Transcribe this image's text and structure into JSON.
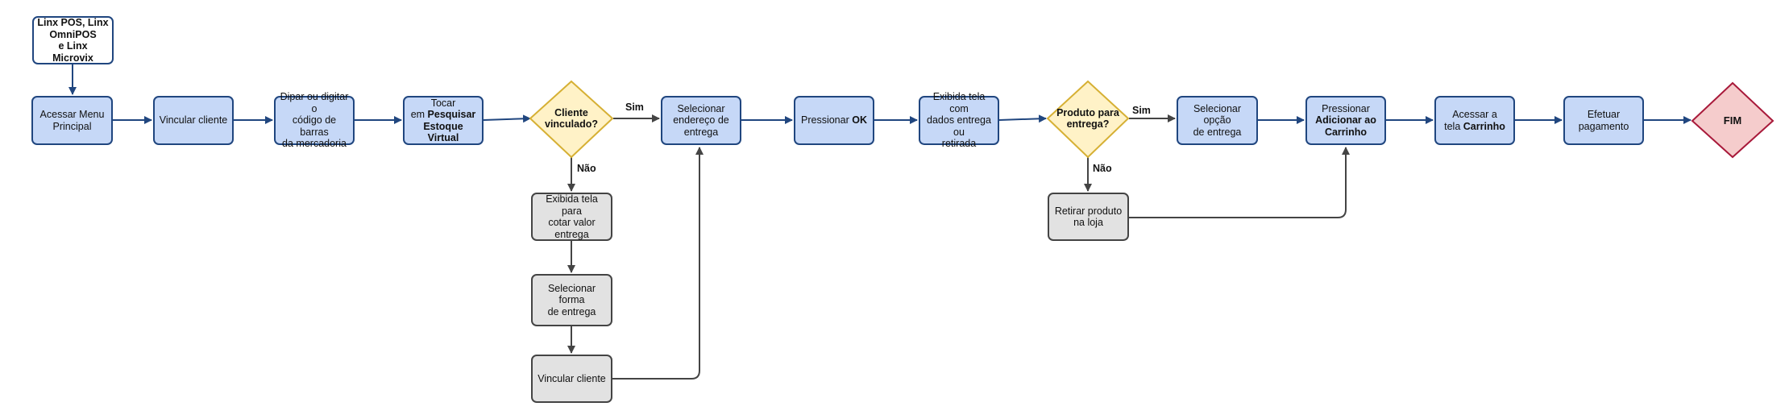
{
  "colors": {
    "process_fill": "#c6d8f7",
    "process_border": "#20467f",
    "alt_fill": "#e2e2e2",
    "alt_border": "#444444",
    "decision_fill": "#fff2c7",
    "decision_border": "#d6b034",
    "end_fill": "#f5cccc",
    "end_border": "#a8193a",
    "main_edge": "#20467f",
    "alt_edge": "#444444"
  },
  "nodes": {
    "start": {
      "lines": [
        [
          {
            "t": "Linx POS, Linx"
          }
        ],
        [
          {
            "t": "OmniPOS"
          }
        ],
        [
          {
            "t": "e Linx Microvix"
          }
        ]
      ]
    },
    "n1": {
      "lines": [
        [
          {
            "t": "Acessar Menu"
          }
        ],
        [
          {
            "t": "Principal"
          }
        ]
      ]
    },
    "n2": {
      "lines": [
        [
          {
            "t": "Vincular cliente"
          }
        ]
      ]
    },
    "n3": {
      "lines": [
        [
          {
            "t": "Dipar ou digitar o"
          }
        ],
        [
          {
            "t": "código de barras"
          }
        ],
        [
          {
            "t": "da mercadoria"
          }
        ]
      ]
    },
    "n4": {
      "lines": [
        [
          {
            "t": "Tocar"
          }
        ],
        [
          {
            "t": "em "
          },
          {
            "t": "Pesquisar",
            "b": true
          }
        ],
        [
          {
            "t": "Estoque Virtual",
            "b": true
          }
        ]
      ]
    },
    "d1": {
      "lines": [
        [
          {
            "t": "Cliente"
          }
        ],
        [
          {
            "t": "vinculado?"
          }
        ]
      ]
    },
    "n5": {
      "lines": [
        [
          {
            "t": "Selecionar"
          }
        ],
        [
          {
            "t": "endereço de"
          }
        ],
        [
          {
            "t": "entrega"
          }
        ]
      ]
    },
    "n6": {
      "lines": [
        [
          {
            "t": "Pressionar "
          },
          {
            "t": "OK",
            "b": true
          }
        ]
      ]
    },
    "n7": {
      "lines": [
        [
          {
            "t": "Exibida tela com"
          }
        ],
        [
          {
            "t": "dados entrega ou"
          }
        ],
        [
          {
            "t": "retirada"
          }
        ]
      ]
    },
    "d2": {
      "lines": [
        [
          {
            "t": "Produto para"
          }
        ],
        [
          {
            "t": "entrega?"
          }
        ]
      ]
    },
    "n8": {
      "lines": [
        [
          {
            "t": "Selecionar opção"
          }
        ],
        [
          {
            "t": "de entrega"
          }
        ]
      ]
    },
    "n9": {
      "lines": [
        [
          {
            "t": "Pressionar"
          }
        ],
        [
          {
            "t": "Adicionar ao",
            "b": true
          }
        ],
        [
          {
            "t": "Carrinho",
            "b": true
          }
        ]
      ]
    },
    "n10": {
      "lines": [
        [
          {
            "t": "Acessar a"
          }
        ],
        [
          {
            "t": "tela "
          },
          {
            "t": "Carrinho",
            "b": true
          }
        ]
      ]
    },
    "n11": {
      "lines": [
        [
          {
            "t": "Efetuar"
          }
        ],
        [
          {
            "t": "pagamento"
          }
        ]
      ]
    },
    "end": {
      "lines": [
        [
          {
            "t": "FIM"
          }
        ]
      ]
    },
    "g1": {
      "lines": [
        [
          {
            "t": "Exibida tela para"
          }
        ],
        [
          {
            "t": "cotar valor"
          }
        ],
        [
          {
            "t": "entrega"
          }
        ]
      ]
    },
    "g2": {
      "lines": [
        [
          {
            "t": "Selecionar forma"
          }
        ],
        [
          {
            "t": "de entrega"
          }
        ]
      ]
    },
    "g3": {
      "lines": [
        [
          {
            "t": "Vincular cliente"
          }
        ]
      ]
    },
    "g4": {
      "lines": [
        [
          {
            "t": "Retirar produto"
          }
        ],
        [
          {
            "t": "na loja"
          }
        ]
      ]
    }
  },
  "edge_labels": {
    "d1_yes": "Sim",
    "d1_no": "Não",
    "d2_yes": "Sim",
    "d2_no": "Não"
  }
}
